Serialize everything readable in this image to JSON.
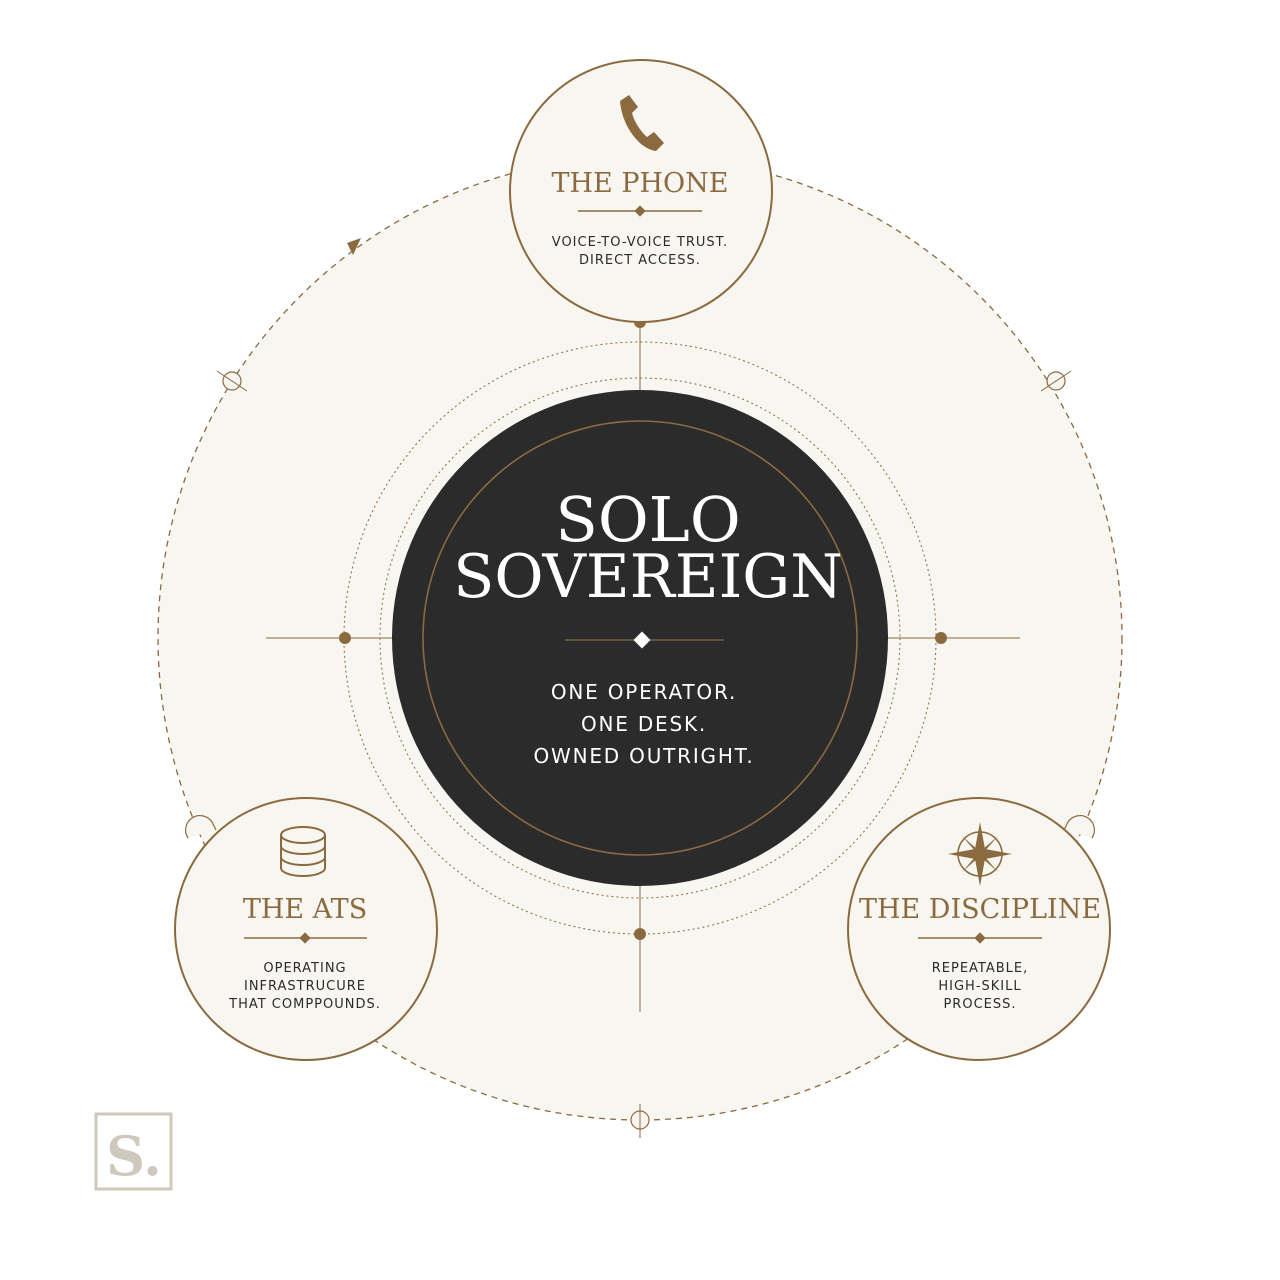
{
  "center": {
    "title_line1": "SOLO",
    "title_line2": "SOVEREIGN",
    "tagline": [
      "ONE OPERATOR.",
      "ONE DESK.",
      "OWNED OUTRIGHT."
    ]
  },
  "nodes": {
    "phone": {
      "title": "THE PHONE",
      "icon": "phone-icon",
      "desc": [
        "VOICE-TO-VOICE TRUST.",
        "DIRECT ACCESS."
      ]
    },
    "ats": {
      "title": "THE ATS",
      "icon": "database-icon",
      "desc": [
        "OPERATING",
        "INFRASTRUCURE",
        "THAT COMPPOUNDS."
      ]
    },
    "discipline": {
      "title": "THE DISCIPLINE",
      "icon": "compass-rose-icon",
      "desc": [
        "REPEATABLE,",
        "HIGH-SKILL",
        "PROCESS."
      ]
    }
  },
  "logo": {
    "text": "S."
  },
  "colors": {
    "background": "#ffffff",
    "disc": "#f8f6f0",
    "accent": "#8b6a40",
    "center_fill": "#2b2b2b",
    "center_text": "#ffffff",
    "logo": "#cfc8bd"
  }
}
